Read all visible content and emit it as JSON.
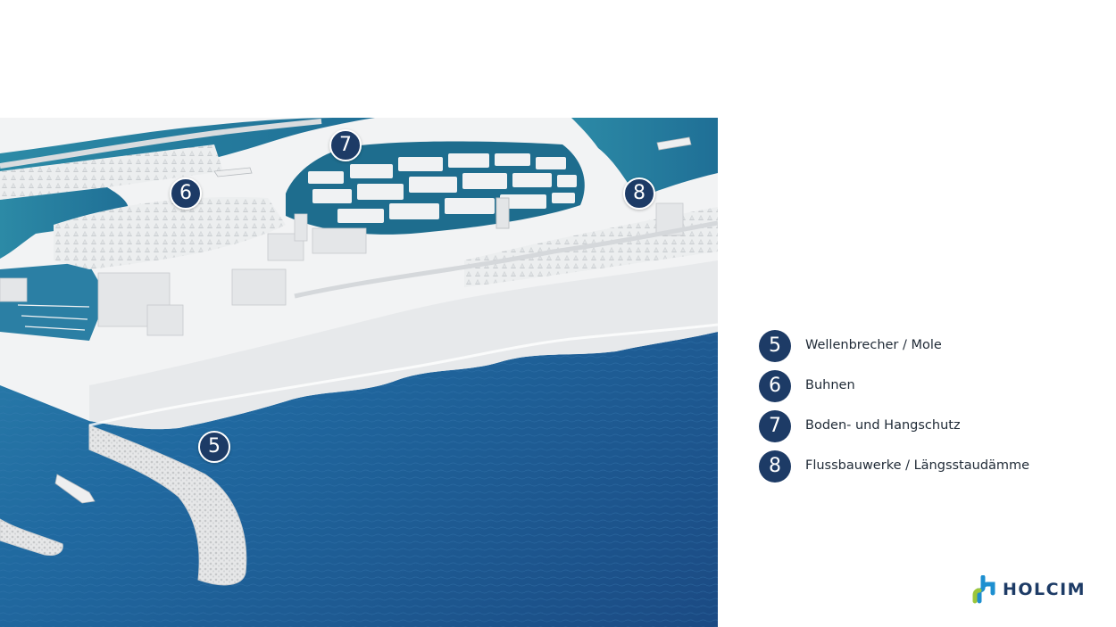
{
  "colors": {
    "marker_fill": "#1d3b66",
    "marker_text": "#ffffff",
    "water_deep": "#1d4f86",
    "water_shallow": "#2e89a8",
    "land": "#f1f3f4",
    "logo_green": "#9cc63b",
    "logo_blue": "#1d8fd0",
    "logo_text": "#1d3b66"
  },
  "map": {
    "markers": [
      {
        "number": "5"
      },
      {
        "number": "6"
      },
      {
        "number": "7"
      },
      {
        "number": "8"
      }
    ]
  },
  "legend": {
    "items": [
      {
        "number": "5",
        "label": "Wellenbrecher / Mole"
      },
      {
        "number": "6",
        "label": "Buhnen"
      },
      {
        "number": "7",
        "label": "Boden- und Hangschutz"
      },
      {
        "number": "8",
        "label": "Flussbauwerke / Längsstaudämme"
      }
    ]
  },
  "brand": {
    "name": "HOLCIM",
    "icon": "holcim-logo-icon"
  }
}
